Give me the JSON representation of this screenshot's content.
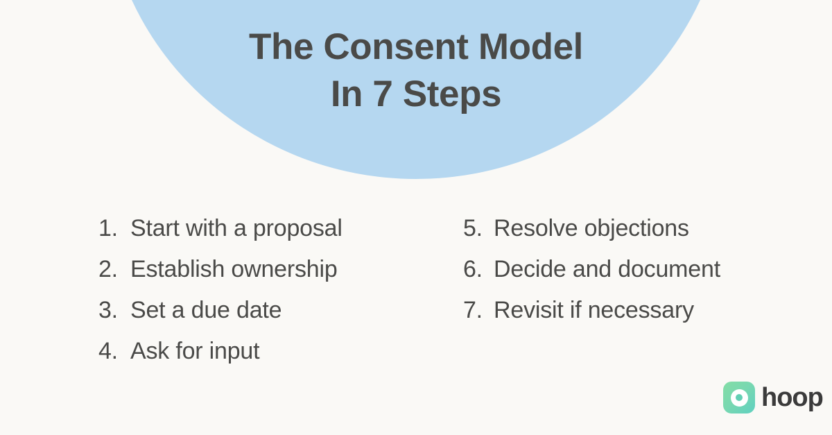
{
  "colors": {
    "background": "#faf9f6",
    "arc": "#b5d7f0",
    "title_text": "#4a4a48",
    "body_text": "#4a4a48",
    "logo_green_light": "#83dda6",
    "logo_green_dark": "#5fd0c0",
    "logo_wordmark": "#3b3b3b"
  },
  "header": {
    "title_line1": "The Consent Model",
    "title_line2": "In 7 Steps"
  },
  "steps": {
    "left": [
      {
        "number": "1.",
        "label": "Start with a proposal"
      },
      {
        "number": "2.",
        "label": "Establish ownership"
      },
      {
        "number": "3.",
        "label": "Set a due date"
      },
      {
        "number": "4.",
        "label": "Ask for input"
      }
    ],
    "right": [
      {
        "number": "5.",
        "label": "Resolve objections"
      },
      {
        "number": "6.",
        "label": "Decide and document"
      },
      {
        "number": "7.",
        "label": "Revisit if necessary"
      }
    ]
  },
  "logo": {
    "wordmark": "hoop",
    "mark_icon": "hoop-ring-icon"
  }
}
